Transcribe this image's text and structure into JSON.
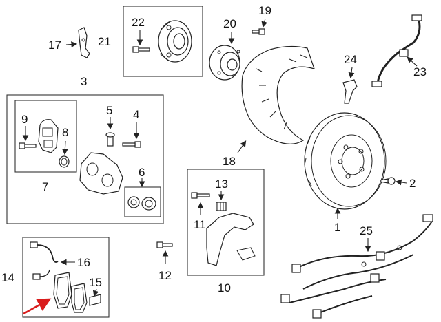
{
  "callouts": {
    "c1": "1",
    "c2": "2",
    "c3": "3",
    "c4": "4",
    "c5": "5",
    "c6": "6",
    "c7": "7",
    "c8": "8",
    "c9": "9",
    "c10": "10",
    "c11": "11",
    "c12": "12",
    "c13": "13",
    "c14": "14",
    "c15": "15",
    "c16": "16",
    "c17": "17",
    "c18": "18",
    "c19": "19",
    "c20": "20",
    "c21": "21",
    "c22": "22",
    "c23": "23",
    "c24": "24",
    "c25": "25"
  },
  "colors": {
    "line": "#222222",
    "highlight_arrow": "#d91c1c",
    "background": "#ffffff"
  },
  "highlight": {
    "target": "brake-pads",
    "indicator": "red-arrow"
  }
}
